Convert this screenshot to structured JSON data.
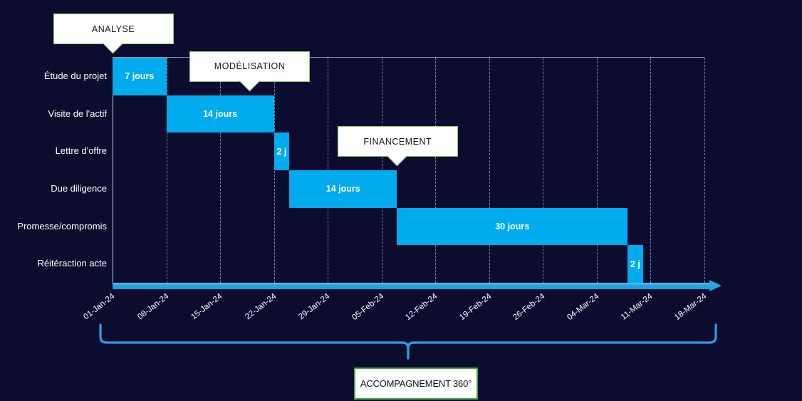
{
  "chart_data": {
    "type": "bar",
    "subtype": "gantt",
    "title": "",
    "xlabel": "",
    "ylabel": "",
    "grid": "vertical-dashed",
    "legend": "none",
    "categories": [
      "Étude du projet",
      "Visite de l'actif",
      "Lettre d'offre",
      "Due diligence",
      "Promesse/compromis",
      "Réitéraction acte"
    ],
    "tasks": [
      {
        "name": "Étude du projet",
        "start_day": 0,
        "duration_days": 7,
        "bar_label": "7 jours",
        "start_date": "01-Jan-24"
      },
      {
        "name": "Visite de l'actif",
        "start_day": 7,
        "duration_days": 14,
        "bar_label": "14 jours",
        "start_date": "08-Jan-24"
      },
      {
        "name": "Lettre d'offre",
        "start_day": 21,
        "duration_days": 2,
        "bar_label": "2 j",
        "start_date": "22-Jan-24"
      },
      {
        "name": "Due diligence",
        "start_day": 23,
        "duration_days": 14,
        "bar_label": "14 jours",
        "start_date": "24-Jan-24"
      },
      {
        "name": "Promesse/compromis",
        "start_day": 37,
        "duration_days": 30,
        "bar_label": "30 jours",
        "start_date": "07-Feb-24"
      },
      {
        "name": "Réitéraction acte",
        "start_day": 67,
        "duration_days": 2,
        "bar_label": "2 j",
        "start_date": "08-Mar-24"
      }
    ],
    "x_ticks": [
      "01-Jan-24",
      "08-Jan-24",
      "15-Jan-24",
      "22-Jan-24",
      "29-Jan-24",
      "05-Feb-24",
      "12-Feb-24",
      "19-Feb-24",
      "26-Feb-24",
      "04-Mar-24",
      "11-Mar-24",
      "18-Mar-24"
    ],
    "x_range_days": [
      0,
      77
    ],
    "tick_interval_days": 7,
    "colors": {
      "background": "#0b0c2e",
      "bar": "#00abee",
      "axis_arrow": "#29a4e5",
      "brace": "#2e9fe3",
      "gridline": "#b6bbd0",
      "axis_line": "#c9cddc",
      "callout_border": "#90c978",
      "annotation_border": "#46a846",
      "text": "#ffffff"
    }
  },
  "callouts": [
    {
      "label": "ANALYSE",
      "anchor_day": 0,
      "points_to_row": 0
    },
    {
      "label": "MODÉLISATION",
      "anchor_day": 17.75,
      "points_to_row": 1
    },
    {
      "label": "FINANCEMENT",
      "anchor_day": 37,
      "points_to_row": 3
    }
  ],
  "bottom_annotation": {
    "label": "ACCOMPAGNEMENT 360°"
  }
}
